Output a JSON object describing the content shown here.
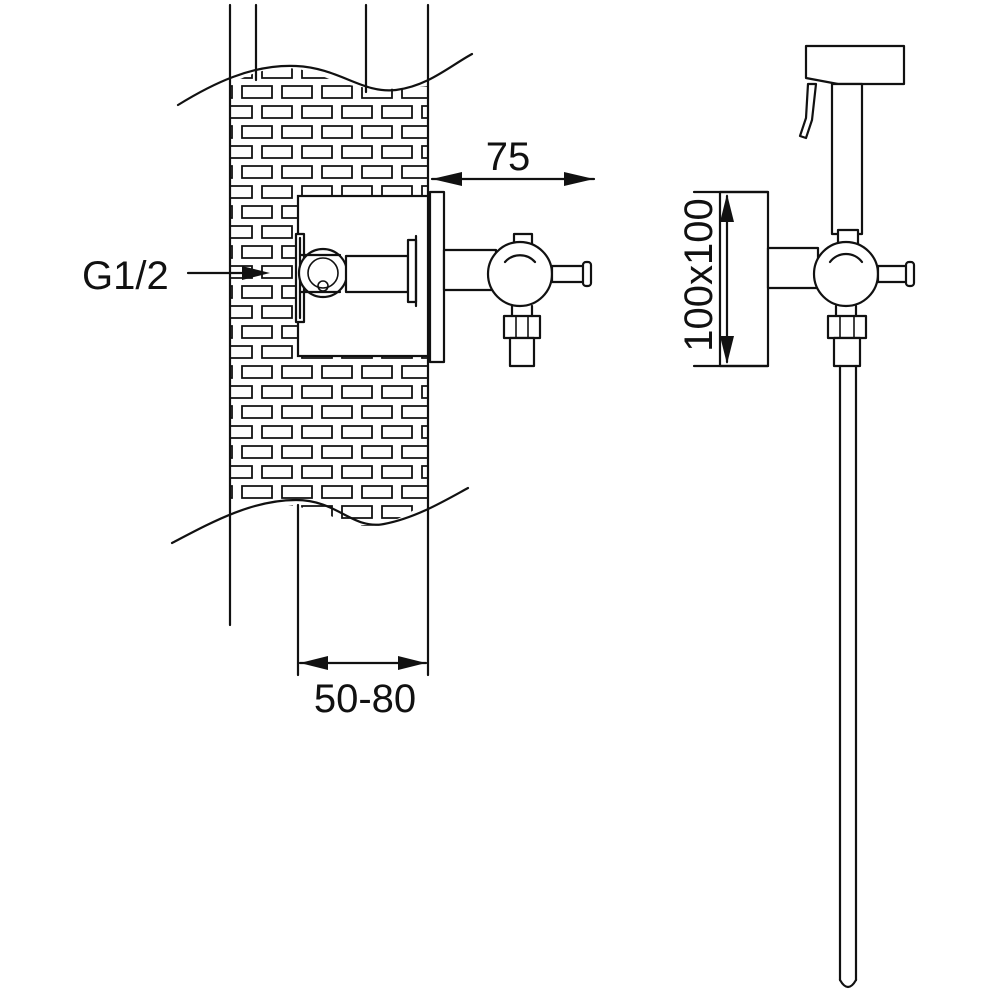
{
  "colors": {
    "line": "#111111",
    "background": "#ffffff"
  },
  "labels": {
    "projection": "75",
    "wall_depth": "50-80",
    "thread": "G1/2",
    "flange_size": "100x100"
  }
}
